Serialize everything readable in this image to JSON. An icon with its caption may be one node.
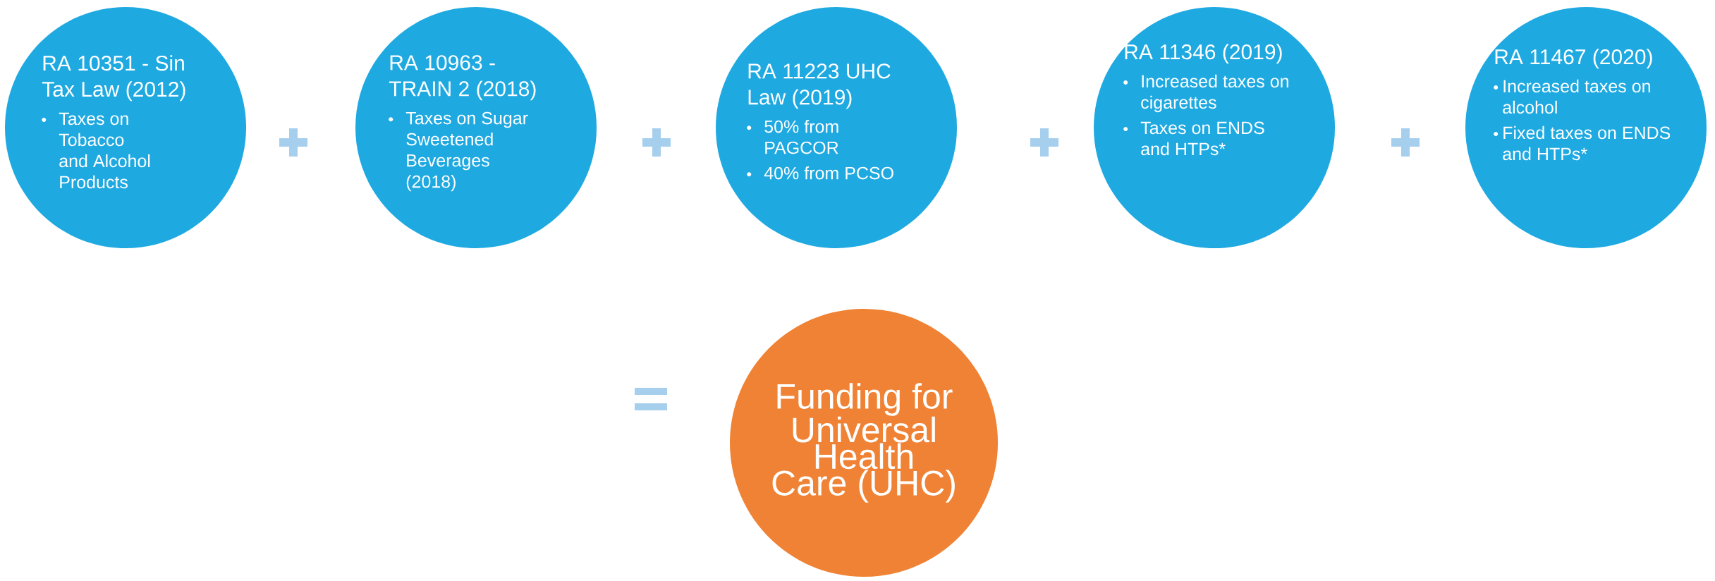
{
  "diagram": {
    "nodes": [
      {
        "text": [
          "RA 10351 - Sin Tax Law (2012)",
          "Taxes on Tobacco and Alcohol Products"
        ]
      },
      {
        "text": [
          "RA 10963 - TRAIN 2 (2018)",
          "Taxes on Sugar Sweetened Beverages (2018)"
        ]
      },
      {
        "text": [
          "RA 11223 UHC Law (2019)",
          "50% from PAGCOR",
          "40% from PCSO"
        ]
      },
      {
        "text": [
          "RA 11346 (2019)",
          "Increased taxes on cigarettes",
          "Taxes on ENDS and HTPs*"
        ]
      },
      {
        "text": [
          "RA 11467 (2020)",
          "Increased taxes on alcohol",
          "Fixed taxes on ENDS and HTPs*"
        ]
      },
      {
        "text": [
          "Funding for Universal Health Care (UHC)"
        ]
      }
    ]
  }
}
